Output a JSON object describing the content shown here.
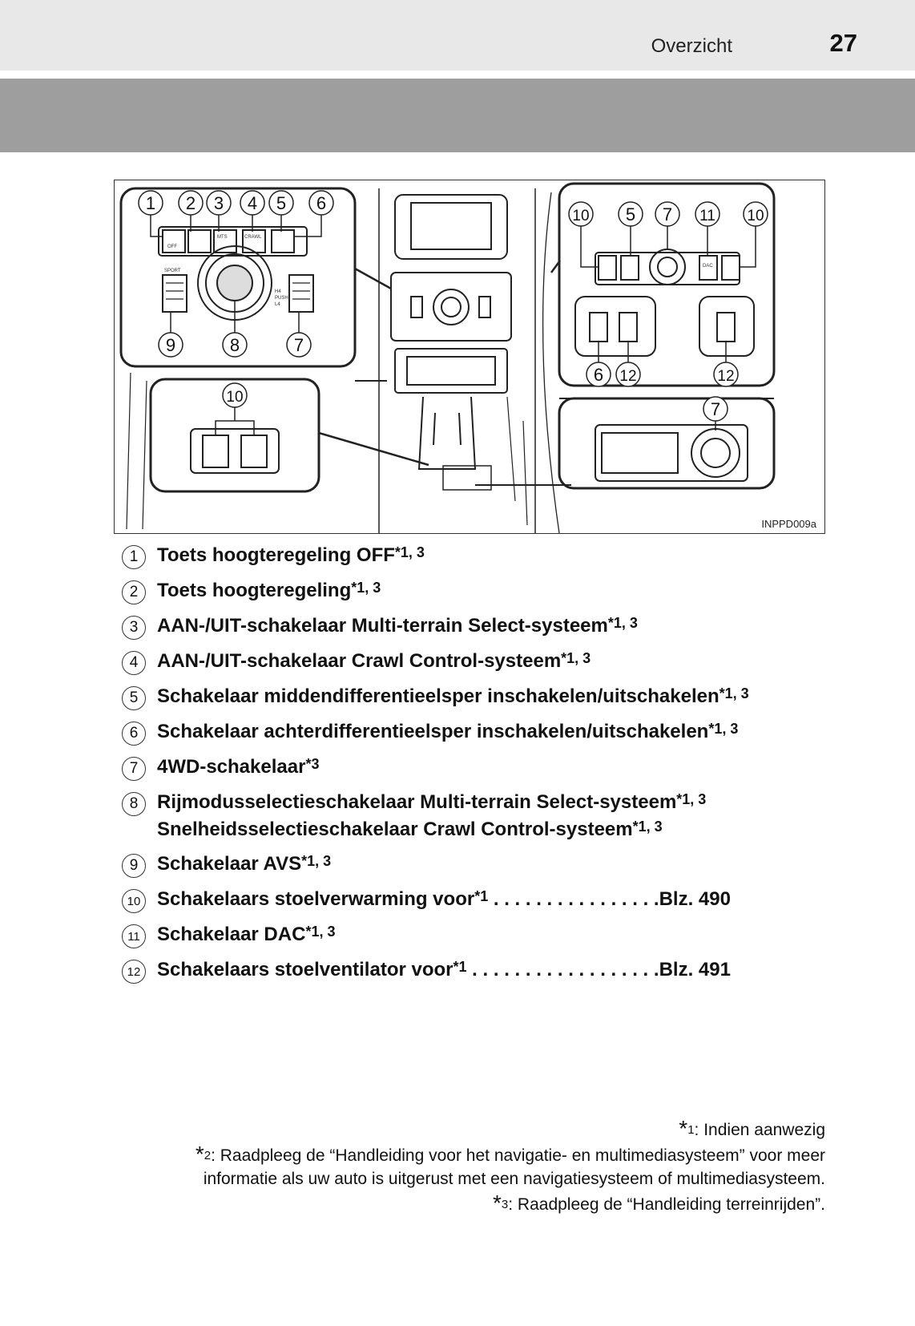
{
  "header": {
    "section_title": "Overzicht",
    "page_number": "27"
  },
  "figure": {
    "code": "INPPD009a",
    "callout_numbers": [
      "1",
      "2",
      "3",
      "4",
      "5",
      "6",
      "7",
      "8",
      "9",
      "10",
      "11",
      "12"
    ],
    "switch_labels": {
      "off": "OFF",
      "mts": "MTS",
      "crawl": "CRAWL",
      "sport": "SPORT",
      "dac": "DAC",
      "h4": "H4",
      "push": "PUSH",
      "l4": "L4"
    }
  },
  "legend": [
    {
      "num": "1",
      "text": "Toets hoogteregeling OFF",
      "sup": "*1, 3"
    },
    {
      "num": "2",
      "text": "Toets hoogteregeling",
      "sup": "*1, 3"
    },
    {
      "num": "3",
      "text": "AAN-/UIT-schakelaar Multi-terrain Select-systeem",
      "sup": "*1, 3"
    },
    {
      "num": "4",
      "text": "AAN-/UIT-schakelaar Crawl Control-systeem",
      "sup": "*1, 3"
    },
    {
      "num": "5",
      "text": "Schakelaar middendifferentieelsper inschakelen/uitschakelen",
      "sup": "*1, 3"
    },
    {
      "num": "6",
      "text": "Schakelaar achterdifferentieelsper inschakelen/uitschakelen",
      "sup": "*1, 3"
    },
    {
      "num": "7",
      "text": "4WD-schakelaar",
      "sup": "*3"
    },
    {
      "num": "8",
      "text": "Rijmodusselectieschakelaar Multi-terrain Select-systeem",
      "sup": "*1, 3",
      "text2": "Snelheidsselectieschakelaar Crawl Control-systeem",
      "sup2": "*1, 3"
    },
    {
      "num": "9",
      "text": "Schakelaar AVS",
      "sup": "*1, 3"
    },
    {
      "num": "10",
      "text": "Schakelaars stoelverwarming voor",
      "sup": "*1",
      "leader": " . . . . . . . . . . . . . . . .Blz. 490"
    },
    {
      "num": "11",
      "text": "Schakelaar DAC",
      "sup": "*1, 3"
    },
    {
      "num": "12",
      "text": "Schakelaars stoelventilator voor",
      "sup": "*1",
      "leader": " . . . . . . . . . . . . . . . . . .Blz. 491"
    }
  ],
  "footnotes": {
    "fn1_mark": "*",
    "fn1_num": "1",
    "fn1_text": ": Indien aanwezig",
    "fn2_mark": "*",
    "fn2_num": "2",
    "fn2_text": ": Raadpleeg de “Handleiding voor het navigatie- en multimediasysteem” voor meer",
    "fn2_text_line2": "informatie als uw auto is uitgerust met een navigatiesysteem of multimediasysteem.",
    "fn3_mark": "*",
    "fn3_num": "3",
    "fn3_text": ": Raadpleeg de “Handleiding terreinrijden”."
  }
}
